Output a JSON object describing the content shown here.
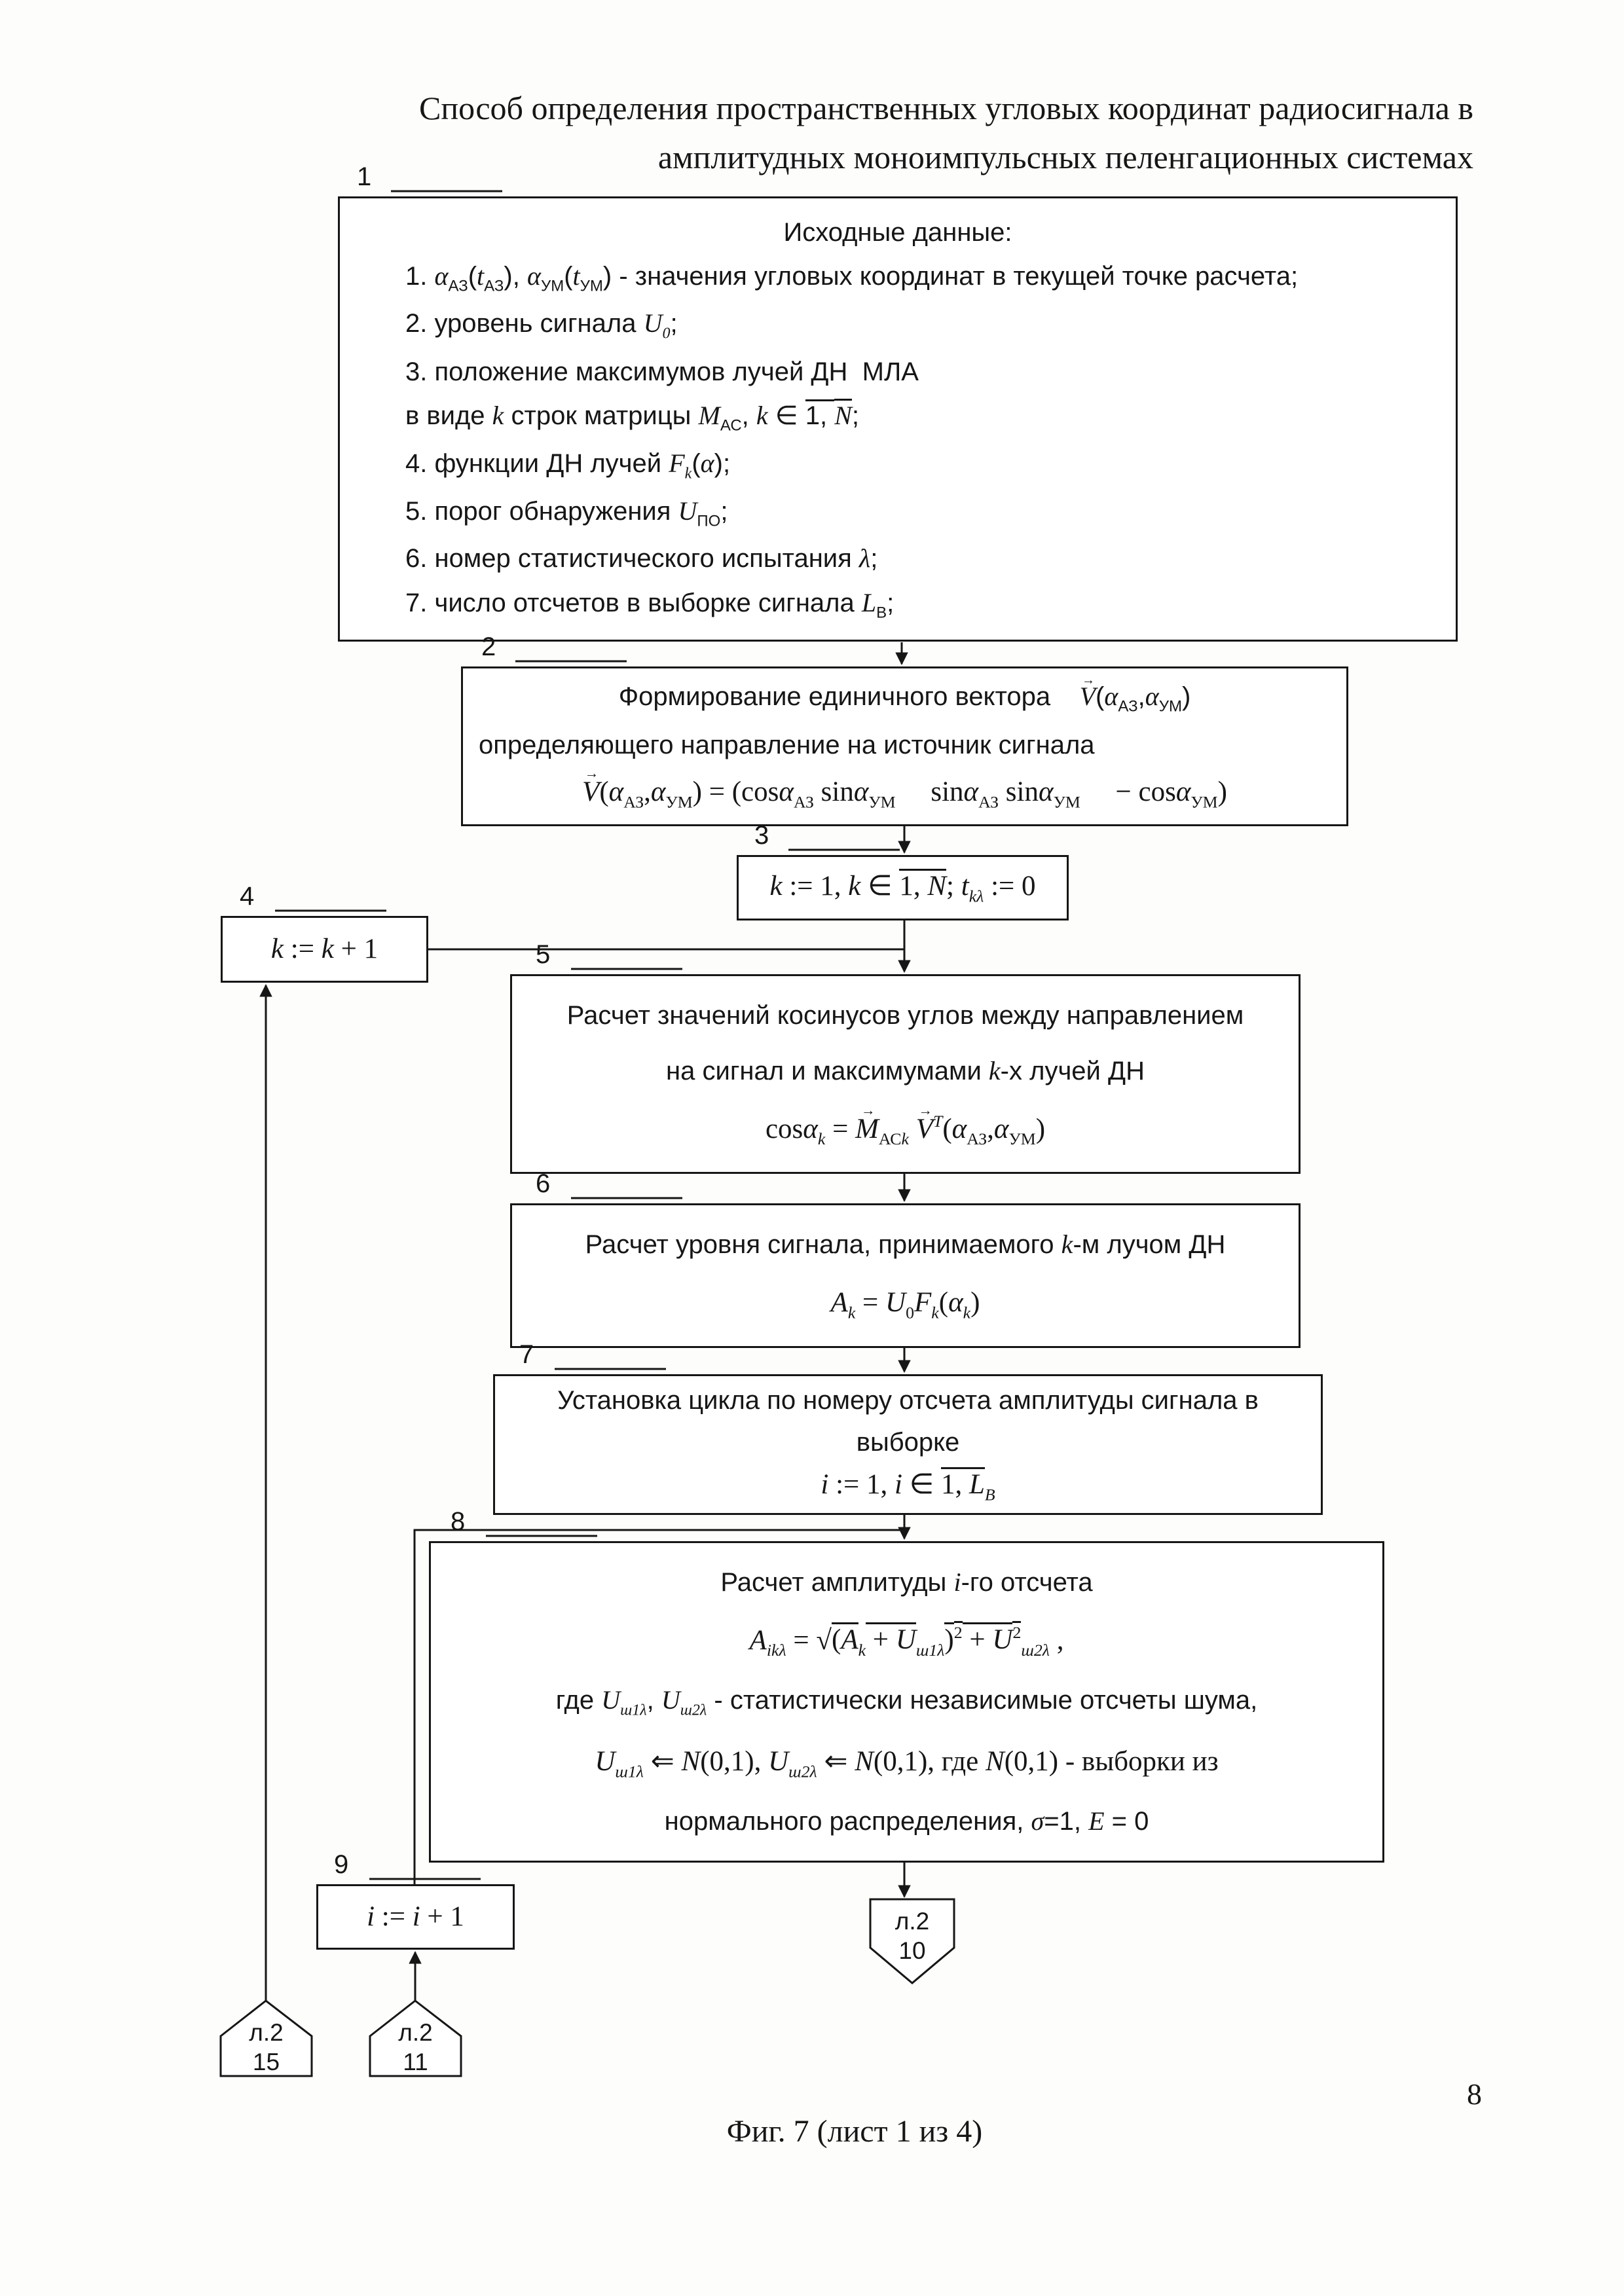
{
  "title": {
    "line1": "Способ определения пространственных угловых координат радиосигнала в",
    "line2": "амплитудных моноимпульсных пеленгационных системах"
  },
  "caption": "Фиг. 7 (лист 1 из 4)",
  "page_number": "8",
  "blocks": {
    "b1": {
      "num": "1",
      "heading": "Исходные данные:",
      "items": [
        [
          {
            "t": "1. "
          },
          {
            "t": "α",
            "i": true
          },
          {
            "t": "АЗ",
            "sub": true
          },
          {
            "t": "("
          },
          {
            "t": "t",
            "i": true
          },
          {
            "t": "АЗ",
            "sub": true
          },
          {
            "t": "), "
          },
          {
            "t": "α",
            "i": true
          },
          {
            "t": "УМ",
            "sub": true
          },
          {
            "t": "("
          },
          {
            "t": "t",
            "i": true
          },
          {
            "t": "УМ",
            "sub": true
          },
          {
            "t": ") - значения угловых координат в текущей точке расчета;"
          }
        ],
        [
          {
            "t": "2. уровень сигнала "
          },
          {
            "t": "U",
            "i": true
          },
          {
            "t": "0",
            "sub": true,
            "i": true
          },
          {
            "t": ";"
          }
        ],
        [
          {
            "t": "3. положение максимумов лучей ДН  МЛА"
          }
        ],
        [
          {
            "t": "в виде "
          },
          {
            "t": "k",
            "i": true
          },
          {
            "t": " строк матрицы "
          },
          {
            "t": "M",
            "i": true
          },
          {
            "t": "АС",
            "sub": true
          },
          {
            "t": ", "
          },
          {
            "t": "k",
            "i": true
          },
          {
            "t": " ∈ "
          },
          {
            "t": "1, ",
            "over": true
          },
          {
            "t": "N",
            "over": true,
            "i": true
          },
          {
            "t": ";"
          }
        ],
        [
          {
            "t": "4. функции ДН лучей "
          },
          {
            "t": "F",
            "i": true
          },
          {
            "t": "k",
            "sub": true,
            "i": true
          },
          {
            "t": "("
          },
          {
            "t": "α",
            "i": true
          },
          {
            "t": ");"
          }
        ],
        [
          {
            "t": "5. порог обнаружения "
          },
          {
            "t": "U",
            "i": true
          },
          {
            "t": "ПО",
            "sub": true
          },
          {
            "t": ";"
          }
        ],
        [
          {
            "t": "6. номер статистического испытания "
          },
          {
            "t": "λ",
            "i": true
          },
          {
            "t": ";"
          }
        ],
        [
          {
            "t": "7. число отсчетов в выборке сигнала "
          },
          {
            "t": "L",
            "i": true
          },
          {
            "t": "В",
            "sub": true
          },
          {
            "t": ";"
          }
        ]
      ]
    },
    "b2": {
      "num": "2",
      "lines": [
        [
          {
            "t": "Формирование единичного вектора    "
          },
          {
            "t": "V",
            "i": true,
            "vec": true
          },
          {
            "t": "("
          },
          {
            "t": "α",
            "i": true
          },
          {
            "t": "АЗ",
            "sub": true
          },
          {
            "t": ","
          },
          {
            "t": "α",
            "i": true
          },
          {
            "t": "УМ",
            "sub": true
          },
          {
            "t": ")"
          }
        ],
        [
          {
            "t": "определяющего направление на источник сигнала"
          }
        ]
      ],
      "formula": [
        {
          "t": "V",
          "i": true,
          "vec": true
        },
        {
          "t": "("
        },
        {
          "t": "α",
          "i": true
        },
        {
          "t": "АЗ",
          "sub": true
        },
        {
          "t": ","
        },
        {
          "t": "α",
          "i": true
        },
        {
          "t": "УМ",
          "sub": true
        },
        {
          "t": ") = (cos"
        },
        {
          "t": "α",
          "i": true
        },
        {
          "t": "АЗ",
          "sub": true
        },
        {
          "t": " sin"
        },
        {
          "t": "α",
          "i": true
        },
        {
          "t": "УМ",
          "sub": true
        },
        {
          "t": "     sin"
        },
        {
          "t": "α",
          "i": true
        },
        {
          "t": "АЗ",
          "sub": true
        },
        {
          "t": " sin"
        },
        {
          "t": "α",
          "i": true
        },
        {
          "t": "УМ",
          "sub": true
        },
        {
          "t": "     − cos"
        },
        {
          "t": "α",
          "i": true
        },
        {
          "t": "УМ",
          "sub": true
        },
        {
          "t": ")"
        }
      ]
    },
    "b3": {
      "num": "3",
      "formula": [
        {
          "t": "k",
          "i": true
        },
        {
          "t": " := 1, "
        },
        {
          "t": "k",
          "i": true
        },
        {
          "t": " ∈ "
        },
        {
          "t": "1, ",
          "over": true
        },
        {
          "t": "N",
          "over": true,
          "i": true
        },
        {
          "t": "; "
        },
        {
          "t": "t",
          "i": true
        },
        {
          "t": "kλ",
          "sub": true,
          "i": true
        },
        {
          "t": " := 0"
        }
      ]
    },
    "b4": {
      "num": "4",
      "formula": [
        {
          "t": "k",
          "i": true
        },
        {
          "t": " := "
        },
        {
          "t": "k",
          "i": true
        },
        {
          "t": " + 1"
        }
      ]
    },
    "b5": {
      "num": "5",
      "lines": [
        [
          {
            "t": "Расчет значений косинусов углов между направлением"
          }
        ],
        [
          {
            "t": "на сигнал и максимумами "
          },
          {
            "t": "k",
            "i": true
          },
          {
            "t": "-х лучей ДН"
          }
        ]
      ],
      "formula": [
        {
          "t": "cos"
        },
        {
          "t": "α",
          "i": true
        },
        {
          "t": "k",
          "sub": true,
          "i": true
        },
        {
          "t": " = "
        },
        {
          "t": "M",
          "i": true,
          "vec": true
        },
        {
          "t": "АС",
          "sub": true
        },
        {
          "t": "k",
          "sub": true,
          "i": true
        },
        {
          "t": " "
        },
        {
          "t": "V",
          "i": true,
          "vec": true
        },
        {
          "t": "T",
          "sup": true,
          "i": true
        },
        {
          "t": "("
        },
        {
          "t": "α",
          "i": true
        },
        {
          "t": "АЗ",
          "sub": true
        },
        {
          "t": ","
        },
        {
          "t": "α",
          "i": true
        },
        {
          "t": "УМ",
          "sub": true
        },
        {
          "t": ")"
        }
      ]
    },
    "b6": {
      "num": "6",
      "lines": [
        [
          {
            "t": "Расчет уровня сигнала, принимаемого "
          },
          {
            "t": "k",
            "i": true
          },
          {
            "t": "-м лучом ДН"
          }
        ]
      ],
      "formula": [
        {
          "t": "A",
          "i": true
        },
        {
          "t": "k",
          "sub": true,
          "i": true
        },
        {
          "t": " = "
        },
        {
          "t": "U",
          "i": true
        },
        {
          "t": "0",
          "sub": true
        },
        {
          "t": "F",
          "i": true
        },
        {
          "t": "k",
          "sub": true,
          "i": true
        },
        {
          "t": "("
        },
        {
          "t": "α",
          "i": true
        },
        {
          "t": "k",
          "sub": true,
          "i": true
        },
        {
          "t": ")"
        }
      ]
    },
    "b7": {
      "num": "7",
      "lines": [
        [
          {
            "t": "Установка цикла по номеру отсчета амплитуды сигнала в"
          }
        ],
        [
          {
            "t": "выборке"
          }
        ]
      ],
      "formula": [
        {
          "t": "i",
          "i": true
        },
        {
          "t": " := 1, "
        },
        {
          "t": "i",
          "i": true
        },
        {
          "t": " ∈ "
        },
        {
          "t": "1, ",
          "over": true
        },
        {
          "t": "L",
          "over": true,
          "i": true
        },
        {
          "t": "В",
          "sub": true,
          "i": true
        }
      ]
    },
    "b8": {
      "num": "8",
      "title": [
        {
          "t": "Расчет амплитуды "
        },
        {
          "t": "i",
          "i": true
        },
        {
          "t": "-го отсчета"
        }
      ],
      "formula": [
        {
          "t": "A",
          "i": true
        },
        {
          "t": "ikλ",
          "sub": true,
          "i": true
        },
        {
          "t": " = √"
        },
        {
          "t": "(",
          "over": true
        },
        {
          "t": "A",
          "over": true,
          "i": true
        },
        {
          "t": "k",
          "sub": true,
          "i": true
        },
        {
          "t": " + ",
          "over": true
        },
        {
          "t": "U",
          "over": true,
          "i": true
        },
        {
          "t": "ш1λ",
          "sub": true,
          "i": true
        },
        {
          "t": ")",
          "over": true
        },
        {
          "t": "2",
          "sup": true,
          "over": true
        },
        {
          "t": " + ",
          "over": true
        },
        {
          "t": "U",
          "over": true,
          "i": true
        },
        {
          "t": "2",
          "sup": true,
          "over": true
        },
        {
          "t": "ш2λ",
          "sub": true,
          "i": true
        },
        {
          "t": " ,"
        }
      ],
      "lines": [
        [
          {
            "t": "где "
          },
          {
            "t": "U",
            "i": true
          },
          {
            "t": "ш1λ",
            "sub": true,
            "i": true
          },
          {
            "t": ", "
          },
          {
            "t": "U",
            "i": true
          },
          {
            "t": "ш2λ",
            "sub": true,
            "i": true
          },
          {
            "t": " - статистически независимые отсчеты шума,"
          }
        ],
        [
          {
            "t": "U",
            "i": true
          },
          {
            "t": "ш1λ",
            "sub": true,
            "i": true
          },
          {
            "t": " ⇐ "
          },
          {
            "t": "N",
            "i": true
          },
          {
            "t": "(0,1), "
          },
          {
            "t": "U",
            "i": true
          },
          {
            "t": "ш2λ",
            "sub": true,
            "i": true
          },
          {
            "t": " ⇐ "
          },
          {
            "t": "N",
            "i": true
          },
          {
            "t": "(0,1), где "
          },
          {
            "t": "N",
            "i": true
          },
          {
            "t": "(0,1) - выборки из"
          }
        ],
        [
          {
            "t": "нормального распределения, "
          },
          {
            "t": "σ",
            "i": true
          },
          {
            "t": "=1, "
          },
          {
            "t": "E",
            "i": true
          },
          {
            "t": " = 0"
          }
        ]
      ]
    },
    "b9": {
      "num": "9",
      "formula": [
        {
          "t": "i",
          "i": true
        },
        {
          "t": " := "
        },
        {
          "t": "i",
          "i": true
        },
        {
          "t": " + 1"
        }
      ]
    }
  },
  "connectors": {
    "c10": {
      "sheet": "л.2",
      "num": "10"
    },
    "c15": {
      "sheet": "л.2",
      "num": "15"
    },
    "c11": {
      "sheet": "л.2",
      "num": "11"
    }
  }
}
